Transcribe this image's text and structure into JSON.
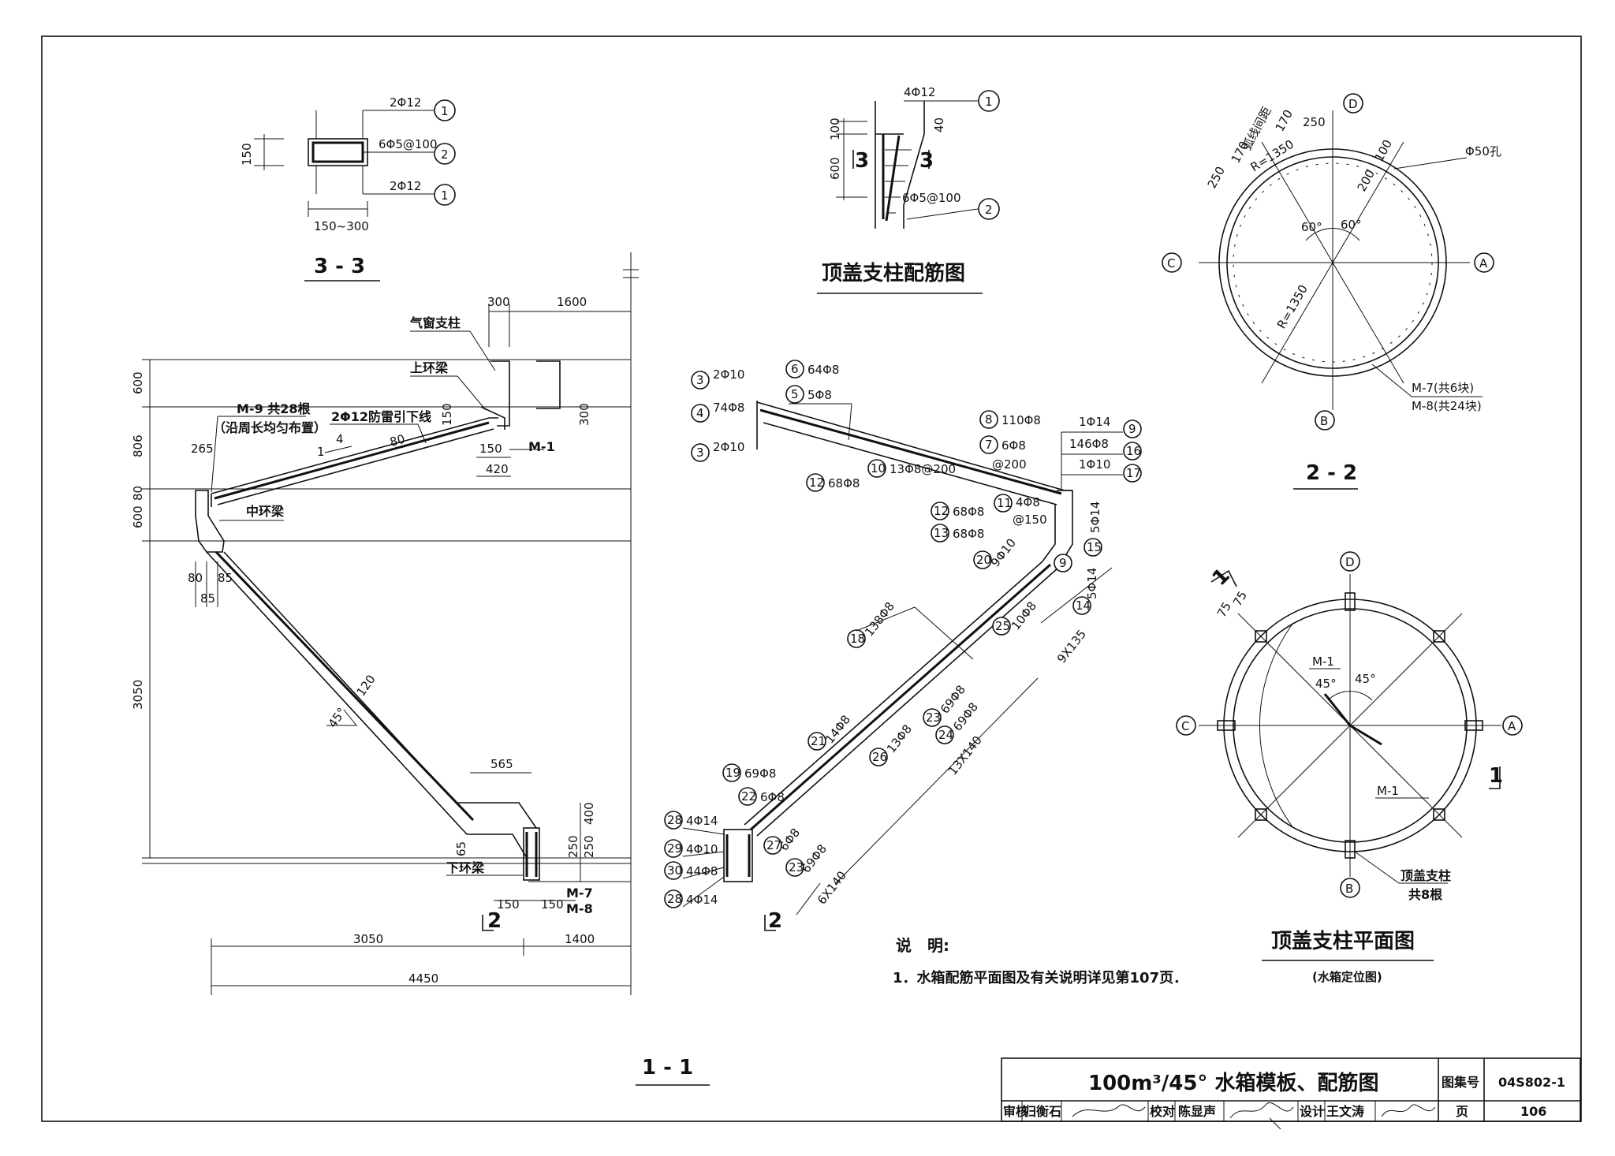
{
  "frame": {
    "border_color": "#111111",
    "background": "#ffffff"
  },
  "section_3_3": {
    "title": "3 - 3",
    "top_bar": "2Φ12",
    "stirrup": "6Φ5@100",
    "bottom_bar": "2Φ12",
    "dim_height": "150",
    "dim_width": "150~300",
    "markers": [
      "1",
      "2",
      "1"
    ]
  },
  "pillar_rebar": {
    "title": "顶盖支柱配筋图",
    "top_bar": "4Φ12",
    "stirrup": "6Φ5@100",
    "dims": [
      "100",
      "600",
      "40"
    ],
    "section_mark": "3",
    "markers": [
      "1",
      "2"
    ]
  },
  "section_2_2": {
    "title": "2 - 2",
    "hole_note": "Φ50孔",
    "dims_top": [
      "250",
      "170",
      "弧线间距",
      "170",
      "250",
      "100",
      "200"
    ],
    "radius_top": "R=1350",
    "radius_bottom": "R=1350",
    "angles": [
      "60°",
      "60°"
    ],
    "embed_note_1": "M-7(共6块)",
    "embed_note_2": "M-8(共24块)",
    "axis_labels": [
      "D",
      "C",
      "A",
      "B"
    ]
  },
  "section_1_1": {
    "title": "1 - 1",
    "labels": {
      "vent_column": "气窗支柱",
      "upper_ring": "上环梁",
      "middle_ring": "中环梁",
      "lower_ring": "下环梁",
      "m9": "M-9 共28根",
      "m9_note": "（沿周长均匀布置）",
      "lightning": "2Φ12防雷引下线",
      "m1": "M-1",
      "m7": "M-7",
      "m8": "M-8",
      "slope": "4",
      "slope_one": "1",
      "angle": "45°",
      "thick_top": "80",
      "thick_cone": "120",
      "section_mark": "2"
    },
    "dims": {
      "top_300": "300",
      "top_1600": "1600",
      "v600a": "600",
      "v806": "806",
      "v80": "80",
      "v600b": "600",
      "v3050": "3050",
      "d265": "265",
      "d150": "150",
      "d300": "300",
      "d150b": "150",
      "d420": "420",
      "d80": "80",
      "d85a": "85",
      "d85b": "85",
      "d565": "565",
      "d400": "400",
      "d250a": "250",
      "d250b": "250",
      "d65": "65",
      "d150c": "150",
      "d150d": "150",
      "h3050": "3050",
      "h1400": "1400",
      "h4450": "4450"
    }
  },
  "rebar_detail": {
    "section_mark": "2",
    "items": [
      {
        "no": "3",
        "text": "2Φ10"
      },
      {
        "no": "4",
        "text": "74Φ8"
      },
      {
        "no": "3",
        "text": "2Φ10"
      },
      {
        "no": "6",
        "text": "64Φ8"
      },
      {
        "no": "5",
        "text": "5Φ8"
      },
      {
        "no": "8",
        "text": "110Φ8"
      },
      {
        "no": "7",
        "text": "6Φ8"
      },
      {
        "no": "",
        "text": "@200"
      },
      {
        "no": "12",
        "text": "68Φ8"
      },
      {
        "no": "10",
        "text": "13Φ8@200"
      },
      {
        "no": "12",
        "text": "68Φ8"
      },
      {
        "no": "13",
        "text": "68Φ8"
      },
      {
        "no": "11",
        "text": "4Φ8"
      },
      {
        "no": "",
        "text": "@150"
      },
      {
        "no": "9",
        "text": "1Φ14"
      },
      {
        "no": "16",
        "text": "146Φ8"
      },
      {
        "no": "17",
        "text": "1Φ10"
      },
      {
        "no": "15",
        "text": "5Φ14"
      },
      {
        "no": "20",
        "text": "9Φ10"
      },
      {
        "no": "14",
        "text": "5Φ14"
      },
      {
        "no": "9",
        "text": ""
      },
      {
        "no": "25",
        "text": "10Φ8"
      },
      {
        "no": "18",
        "text": "138Φ8"
      },
      {
        "no": "21",
        "text": "14Φ8"
      },
      {
        "no": "23",
        "text": "69Φ8"
      },
      {
        "no": "24",
        "text": "69Φ8"
      },
      {
        "no": "26",
        "text": "13Φ8"
      },
      {
        "no": "19",
        "text": "69Φ8"
      },
      {
        "no": "22",
        "text": "6Φ8"
      },
      {
        "no": "27",
        "text": "6Φ8"
      },
      {
        "no": "23",
        "text": "69Φ8"
      },
      {
        "no": "28",
        "text": "4Φ14"
      },
      {
        "no": "29",
        "text": "4Φ10"
      },
      {
        "no": "30",
        "text": "44Φ8"
      },
      {
        "no": "28",
        "text": "4Φ14"
      }
    ],
    "dims": [
      "9X135",
      "13X140",
      "6X140"
    ]
  },
  "pillar_plan": {
    "title": "顶盖支柱平面图",
    "subtitle": "(水箱定位图)",
    "dims": [
      "75",
      "75"
    ],
    "m1_a": "M-1",
    "m1_b": "M-1",
    "angles": [
      "45°",
      "45°"
    ],
    "note_1": "顶盖支柱",
    "note_2": "共8根",
    "axis_labels": [
      "D",
      "C",
      "A",
      "B"
    ],
    "section_mark": "1"
  },
  "notes": {
    "heading": "说　明:",
    "line1": "1．水箱配筋平面图及有关说明详见第107页．"
  },
  "title_block": {
    "title": "100m³/45°  水箱模板、配筋图",
    "atlas_label": "图集号",
    "atlas_no": "04S802-1",
    "review_label": "审核",
    "reviewer": "归衡石",
    "check_label": "校对",
    "checker": "陈显声",
    "design_label": "设计",
    "designer": "王文涛",
    "page_label": "页",
    "page_no": "106"
  }
}
